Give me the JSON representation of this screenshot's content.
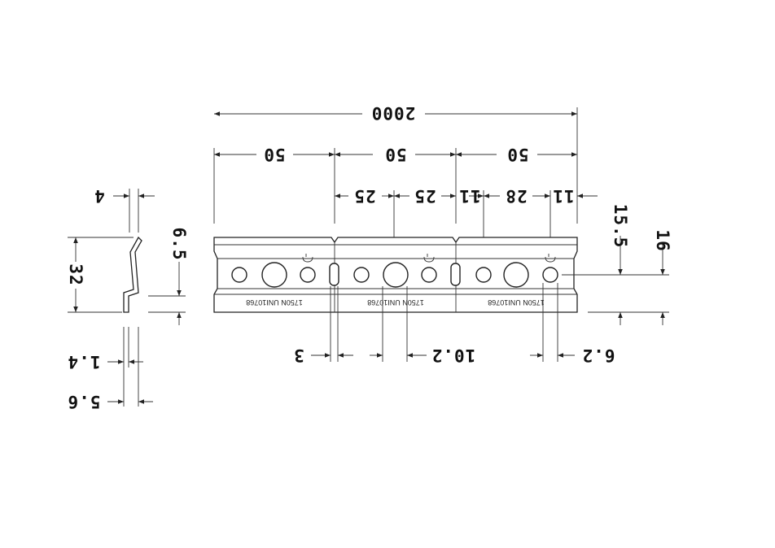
{
  "dimensions": {
    "total_length": "2000",
    "pitch": [
      "50",
      "50",
      "50"
    ],
    "hole_spacing": [
      "25",
      "25",
      "11",
      "28",
      "11"
    ],
    "profile_top_offset": "4",
    "profile_height": "32",
    "profile_depth": "6.5",
    "thickness": "1.4",
    "width": "5.6",
    "hole_height": "15.5",
    "rail_height": "16",
    "slot_width": "3",
    "large_hole_diameter": "10.2",
    "small_hole_diameter": "6.2"
  },
  "rail": {
    "stamps": [
      "1750N UNI10768",
      "1750N UNI10768",
      "1750N UNI10768"
    ]
  },
  "colors": {
    "line": "#333333",
    "outline": "#222222",
    "text": "#111111",
    "background": "#ffffff"
  }
}
